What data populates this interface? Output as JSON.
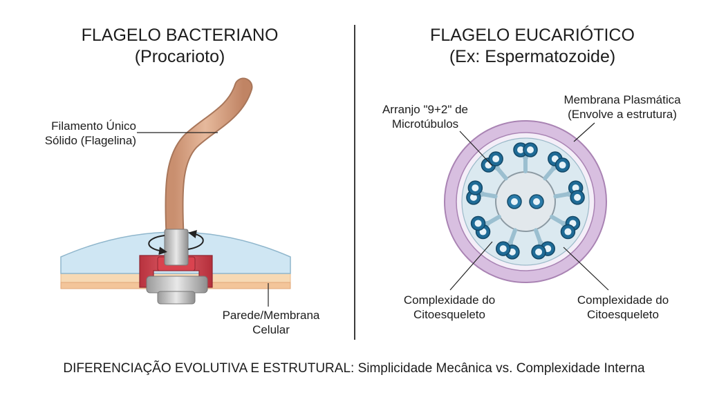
{
  "left": {
    "title_line1": "FLAGELO BACTERIANO",
    "title_line2": "(Procarioto)",
    "filament_label_line1": "Filamento Único",
    "filament_label_line2": "Sólido (Flagelina)",
    "wall_label_line1": "Parede/Membrana",
    "wall_label_line2": "Celular"
  },
  "right": {
    "title_line1": "FLAGELO EUCARIÓTICO",
    "title_line2": "(Ex: Espermatozoide)",
    "arrangement_label_line1": "Arranjo \"9+2\" de",
    "arrangement_label_line2": "Microtúbulos",
    "membrane_label_line1": "Membrana Plasmática",
    "membrane_label_line2": "(Envolve a estrutura)",
    "cyto_left_line1": "Complexidade do",
    "cyto_left_line2": "Citoesqueleto",
    "cyto_right_line1": "Complexidade do",
    "cyto_right_line2": "Citoesqueleto"
  },
  "caption": "DIFERENCIAÇÃO EVOLUTIVA E ESTRUTURAL: Simplicidade Mecânica vs. Complexidade Interna",
  "colors": {
    "filament": "#d9a88a",
    "membrane_blue": "#cfe6f3",
    "motor_red": "#d9434f",
    "axoneme_ring": "#1f6b96",
    "plasma_membrane": "#c9a6cf"
  }
}
